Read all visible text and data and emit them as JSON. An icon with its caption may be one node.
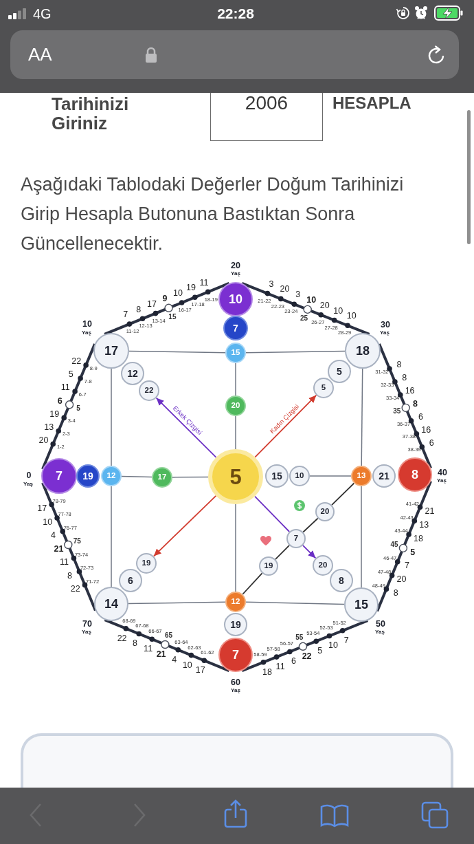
{
  "diagram": {
    "nodes": [
      {
        "text": [
          "10"
        ],
        "beside": [
          "20",
          "Yaş"
        ]
      },
      {
        "text": [
          "7"
        ]
      },
      {
        "text": [
          "15"
        ]
      },
      {
        "text": [
          "17"
        ],
        "beside": [
          "10",
          "Yaş"
        ]
      },
      {
        "text": [
          "18"
        ],
        "beside": [
          "30",
          "Yaş"
        ]
      },
      {
        "text": [
          "12"
        ]
      },
      {
        "text": [
          "5"
        ]
      },
      {
        "text": [
          "22"
        ]
      },
      {
        "text": [
          "5"
        ]
      },
      {
        "text": [
          "20"
        ]
      },
      {
        "text": [
          "7"
        ],
        "beside": [
          "0",
          "Yaş"
        ]
      },
      {
        "text": [
          "19"
        ]
      },
      {
        "text": [
          "12"
        ]
      },
      {
        "text": [
          "17"
        ]
      },
      {
        "text": [
          "5"
        ]
      },
      {
        "text": [
          "15"
        ]
      },
      {
        "text": [
          "10"
        ]
      },
      {
        "text": [
          "13"
        ]
      },
      {
        "text": [
          "21"
        ]
      },
      {
        "text": [
          "8"
        ],
        "beside": [
          "40",
          "Yaş"
        ]
      },
      {
        "text": [
          "20"
        ]
      },
      {
        "text": [
          "7"
        ]
      },
      {
        "text": [
          "19"
        ]
      },
      {
        "text": [
          "19"
        ]
      },
      {
        "text": [
          "20"
        ]
      },
      {
        "text": [
          "6"
        ]
      },
      {
        "text": [
          "8"
        ]
      },
      {
        "text": [
          "14"
        ],
        "beside": [
          "70",
          "Yaş"
        ]
      },
      {
        "text": [
          "15"
        ],
        "beside": [
          "50",
          "Yaş"
        ]
      },
      {
        "text": [
          "12"
        ]
      },
      {
        "text": [
          "19"
        ]
      },
      {
        "text": [
          "7"
        ],
        "beside": [
          "60",
          "Yaş"
        ]
      },
      {
        "text": [],
        "shape": "box"
      }
    ],
    "edges": [
      {
        "from": 3,
        "to": 2,
        "arrow": "none"
      },
      {
        "from": 2,
        "to": 4,
        "arrow": "none"
      },
      {
        "from": 4,
        "to": 17,
        "arrow": "none"
      },
      {
        "from": 17,
        "to": 28,
        "arrow": "none"
      },
      {
        "from": 28,
        "to": 29,
        "arrow": "none"
      },
      {
        "from": 29,
        "to": 27,
        "arrow": "none"
      },
      {
        "from": 27,
        "to": 12,
        "arrow": "none"
      },
      {
        "from": 12,
        "to": 3,
        "arrow": "none"
      },
      {
        "from": 2,
        "to": 9,
        "arrow": "none"
      },
      {
        "from": 9,
        "to": 14,
        "arrow": "none"
      },
      {
        "from": 14,
        "to": 29,
        "arrow": "none"
      },
      {
        "from": 12,
        "to": 13,
        "arrow": "none"
      },
      {
        "from": 13,
        "to": 14,
        "arrow": "none"
      },
      {
        "from": 16,
        "to": 17,
        "arrow": "none"
      },
      {
        "from": 17,
        "to": 20,
        "arrow": "none",
        "color": "#2f2f2f"
      },
      {
        "from": 20,
        "to": 21,
        "arrow": "none",
        "color": "#2f2f2f"
      },
      {
        "from": 21,
        "to": 22,
        "arrow": "none",
        "color": "#2f2f2f"
      },
      {
        "from": 22,
        "to": 29,
        "arrow": "none",
        "color": "#2f2f2f"
      },
      {
        "from": 10,
        "to": 3,
        "arrow": "none",
        "style": "thick",
        "color": "#2b3142"
      },
      {
        "from": 3,
        "to": 0,
        "arrow": "none",
        "style": "thick",
        "color": "#2b3142"
      },
      {
        "from": 0,
        "to": 4,
        "arrow": "none",
        "style": "thick",
        "color": "#2b3142"
      },
      {
        "from": 4,
        "to": 19,
        "arrow": "none",
        "style": "thick",
        "color": "#2b3142"
      },
      {
        "from": 19,
        "to": 28,
        "arrow": "none",
        "style": "thick",
        "color": "#2b3142"
      },
      {
        "from": 28,
        "to": 31,
        "arrow": "none",
        "style": "thick",
        "color": "#2b3142"
      },
      {
        "from": 31,
        "to": 27,
        "arrow": "none",
        "style": "thick",
        "color": "#2b3142"
      },
      {
        "from": 27,
        "to": 10,
        "arrow": "none",
        "style": "thick",
        "color": "#2b3142"
      },
      {
        "from": 14,
        "to": 7,
        "arrow": "to",
        "label": "Erkek Çizgisi",
        "color": "#6b2fc4"
      },
      {
        "from": 14,
        "to": 8,
        "arrow": "to",
        "label": "Kadın Çizgisi",
        "color": "#d23c2f"
      },
      {
        "from": 14,
        "to": 23,
        "arrow": "to",
        "color": "#d23c2f"
      },
      {
        "from": 14,
        "to": 21,
        "arrow": "none",
        "color": "#6b2fc4"
      },
      {
        "from": 21,
        "to": 24,
        "arrow": "to",
        "color": "#6b2fc4"
      }
    ],
    "labels": [
      "4G",
      "22:28",
      "AA",
      "Tarihinizi Giriniz",
      "2006",
      "HESAPLA",
      "Aşağıdaki Tablodaki Değerler Doğum Tarihinizi Girip Hesapla Butonuna Bastıktan Sonra Güncellenecektir.",
      "20",
      "1-2",
      "13",
      "2-3",
      "19",
      "3-4",
      "6",
      "5",
      "11",
      "6-7",
      "5",
      "7-8",
      "22",
      "8-9",
      "7",
      "11-12",
      "8",
      "12-13",
      "17",
      "13-14",
      "9",
      "15",
      "10",
      "16-17",
      "19",
      "17-18",
      "11",
      "18-19",
      "3",
      "21-22",
      "20",
      "22-23",
      "3",
      "23-24",
      "10",
      "25",
      "20",
      "26-27",
      "10",
      "27-28",
      "10",
      "28-29",
      "8",
      "31-32",
      "8",
      "32-33",
      "16",
      "33-34",
      "8",
      "35",
      "6",
      "36-37",
      "16",
      "37-38",
      "6",
      "38-39",
      "21",
      "41-42",
      "13",
      "42-43",
      "18",
      "43-44",
      "5",
      "45",
      "7",
      "46-47",
      "20",
      "47-48",
      "8",
      "48-49",
      "7",
      "51-52",
      "10",
      "52-53",
      "5",
      "53-54",
      "22",
      "55",
      "6",
      "56-57",
      "11",
      "57-58",
      "18",
      "58-59",
      "17",
      "61-62",
      "10",
      "62-63",
      "4",
      "63-64",
      "21",
      "65",
      "11",
      "66-67",
      "8",
      "67-68",
      "22",
      "68-69",
      "22",
      "71-72",
      "8",
      "72-73",
      "11",
      "73-74",
      "21",
      "75",
      "4",
      "76-77",
      "10",
      "77-78",
      "17",
      "78-79"
    ]
  }
}
